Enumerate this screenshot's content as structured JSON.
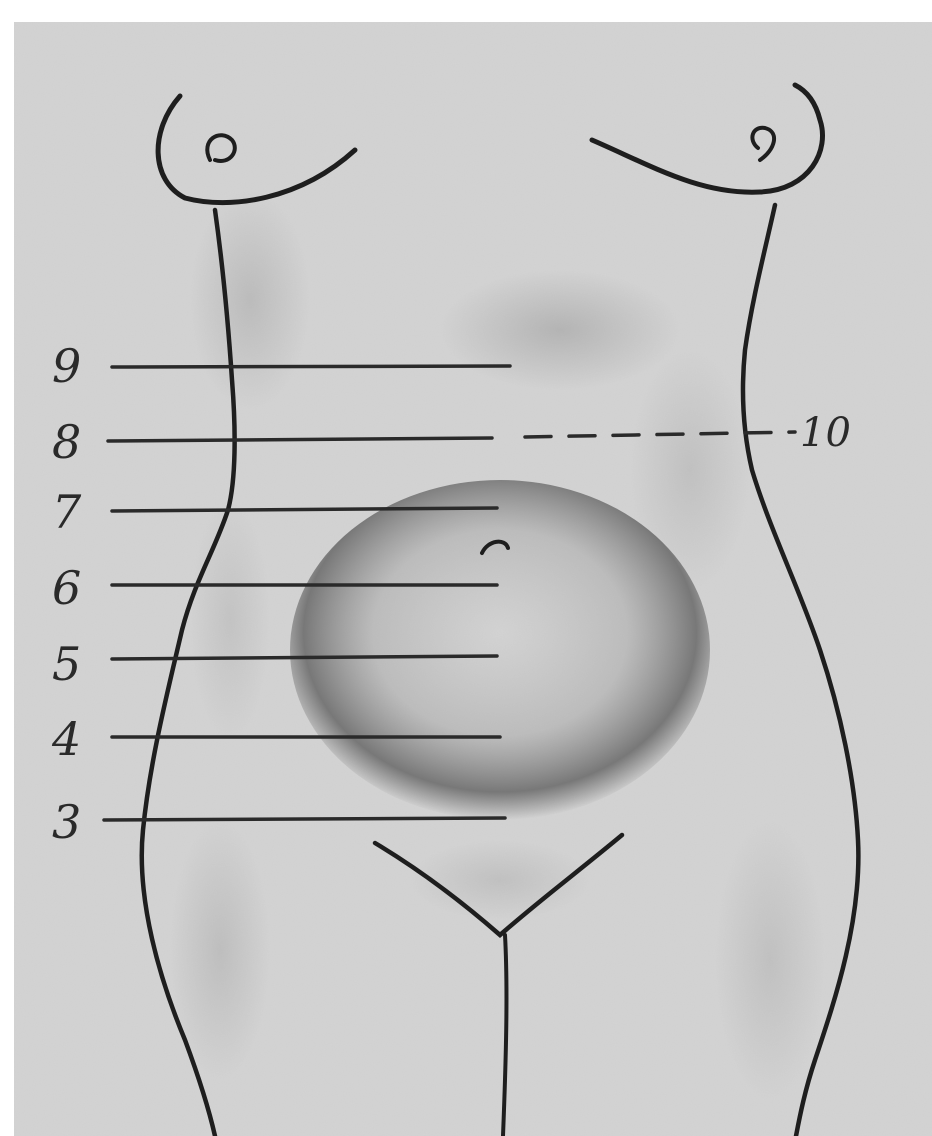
{
  "figure": {
    "levels": [
      {
        "label": "9"
      },
      {
        "label": "8"
      },
      {
        "label": "7"
      },
      {
        "label": "6"
      },
      {
        "label": "5"
      },
      {
        "label": "4"
      },
      {
        "label": "3"
      }
    ],
    "side_label": "10",
    "colors": {
      "background": "#ffffff",
      "paper": "#cfcfcf",
      "ink": "#1e1e1e",
      "shadow": "#6e6e6e"
    }
  }
}
